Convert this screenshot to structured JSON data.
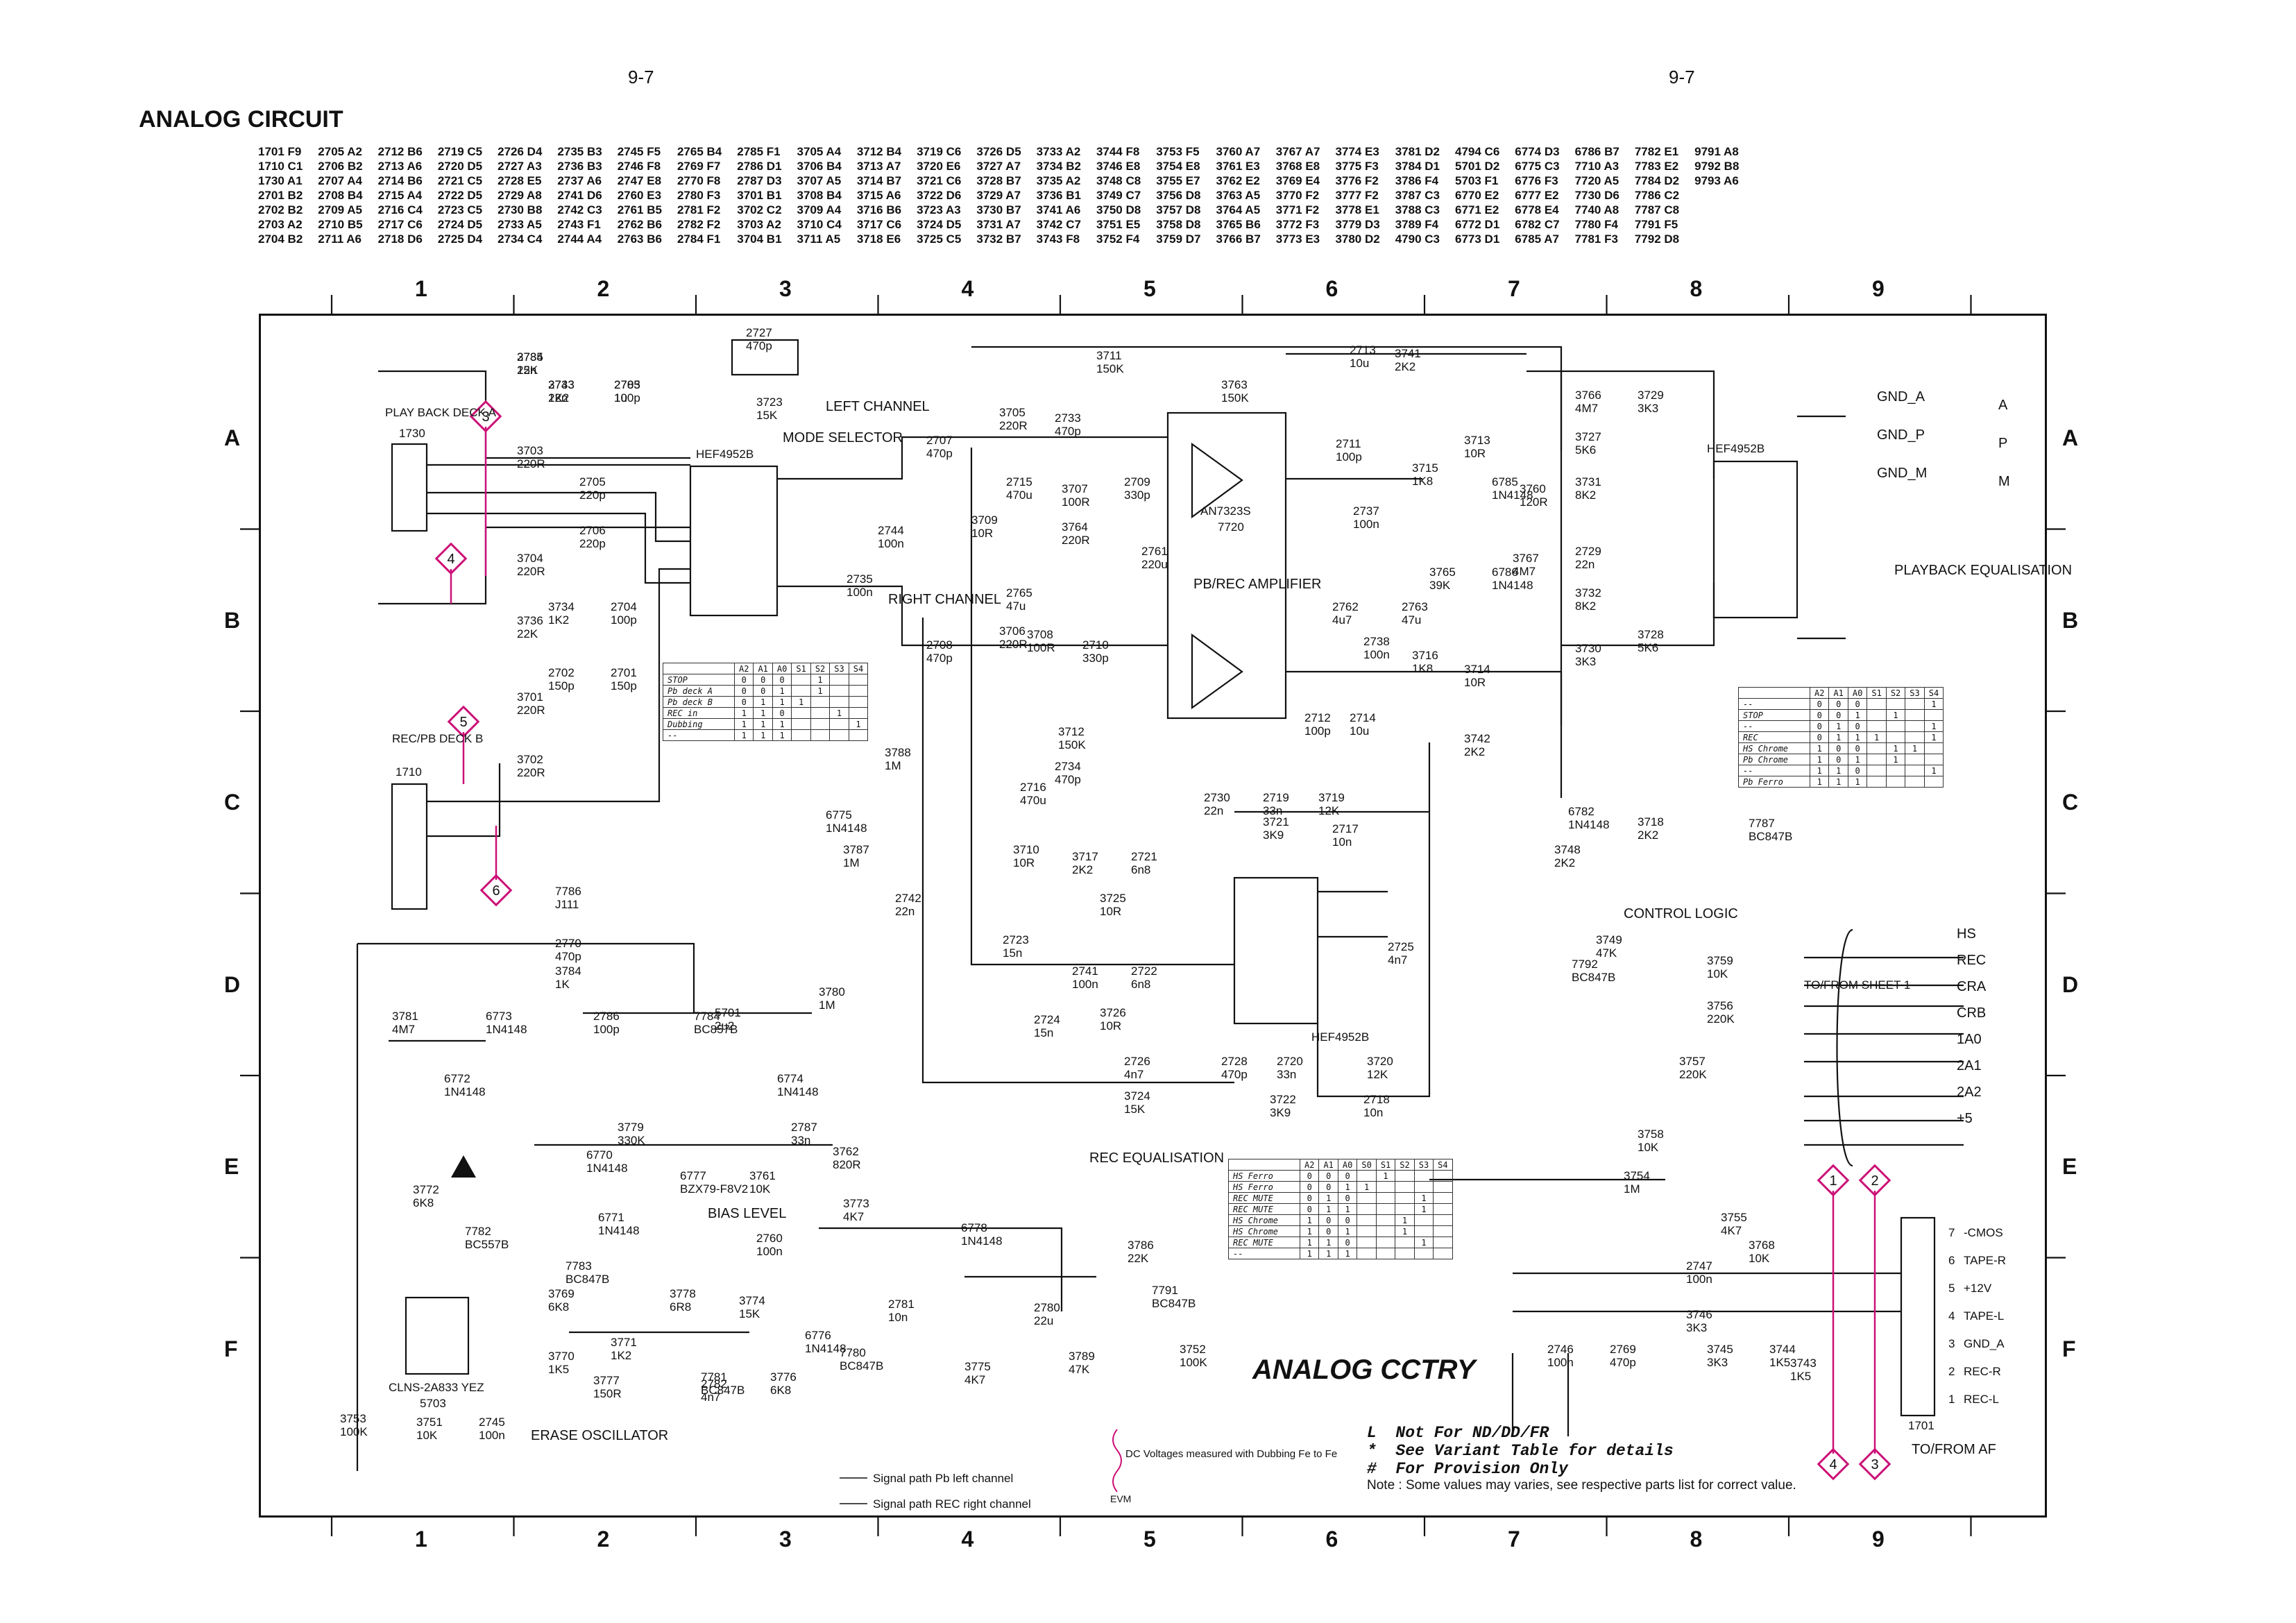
{
  "page": {
    "number_left": "9-7",
    "number_right": "9-7",
    "section_title": "ANALOG CIRCUIT",
    "drawing_title": "ANALOG CCTRY"
  },
  "index_columns": [
    [
      "1701 F9",
      "1710 C1",
      "1730 A1",
      "2701 B2",
      "2702 B2",
      "2703 A2",
      "2704 B2"
    ],
    [
      "2705 A2",
      "2706 B2",
      "2707 A4",
      "2708 B4",
      "2709 A5",
      "2710 B5",
      "2711 A6"
    ],
    [
      "2712 B6",
      "2713 A6",
      "2714 B6",
      "2715 A4",
      "2716 C4",
      "2717 C6",
      "2718 D6"
    ],
    [
      "2719 C5",
      "2720 D5",
      "2721 C5",
      "2722 D5",
      "2723 C5",
      "2724 D5",
      "2725 D4"
    ],
    [
      "2726 D4",
      "2727 A3",
      "2728 E5",
      "2729 A8",
      "2730 B8",
      "2733 A5",
      "2734 C4"
    ],
    [
      "2735 B3",
      "2736 B3",
      "2737 A6",
      "2741 D6",
      "2742 C3",
      "2743 F1",
      "2744 A4"
    ],
    [
      "2745 F5",
      "2746 F8",
      "2747 E8",
      "2760 E3",
      "2761 B5",
      "2762 B6",
      "2763 B6"
    ],
    [
      "2765 B4",
      "2769 F7",
      "2770 F8",
      "2780 F3",
      "2781 F2",
      "2782 F2",
      "2784 F1"
    ],
    [
      "2785 F1",
      "2786 D1",
      "2787 D3",
      "3701 B1",
      "3702 C2",
      "3703 A2",
      "3704 B1"
    ],
    [
      "3705 A4",
      "3706 B4",
      "3707 A5",
      "3708 B4",
      "3709 A4",
      "3710 C4",
      "3711 A5"
    ],
    [
      "3712 B4",
      "3713 A7",
      "3714 B7",
      "3715 A6",
      "3716 B6",
      "3717 C6",
      "3718 E6"
    ],
    [
      "3719 C6",
      "3720 E6",
      "3721 C6",
      "3722 D6",
      "3723 A3",
      "3724 D5",
      "3725 C5"
    ],
    [
      "3726 D5",
      "3727 A7",
      "3728 B7",
      "3729 A7",
      "3730 B7",
      "3731 A7",
      "3732 B7"
    ],
    [
      "3733 A2",
      "3734 B2",
      "3735 A2",
      "3736 B1",
      "3741 A6",
      "3742 C7",
      "3743 F8"
    ],
    [
      "3744 F8",
      "3746 E8",
      "3748 C8",
      "3749 C7",
      "3750 D8",
      "3751 E5",
      "3752 F4"
    ],
    [
      "3753 F5",
      "3754 E8",
      "3755 E7",
      "3756 D8",
      "3757 D8",
      "3758 D8",
      "3759 D7"
    ],
    [
      "3760 A7",
      "3761 E3",
      "3762 E2",
      "3763 A5",
      "3764 A5",
      "3765 B6",
      "3766 B7"
    ],
    [
      "3767 A7",
      "3768 E8",
      "3769 E4",
      "3770 F2",
      "3771 F2",
      "3772 F3",
      "3773 E3"
    ],
    [
      "3774 E3",
      "3775 F3",
      "3776 F2",
      "3777 F2",
      "3778 E1",
      "3779 D3",
      "3780 D2"
    ],
    [
      "3781 D2",
      "3784 D1",
      "3786 F4",
      "3787 C3",
      "3788 C3",
      "3789 F4",
      "4790 C3"
    ],
    [
      "4794 C6",
      "5701 D2",
      "5703 F1",
      "6770 E2",
      "6771 E2",
      "6772 D1",
      "6773 D1"
    ],
    [
      "6774 D3",
      "6775 C3",
      "6776 F3",
      "6777 E2",
      "6778 E4",
      "6782 C7",
      "6785 A7"
    ],
    [
      "6786 B7",
      "7710 A3",
      "7720 A5",
      "7730 D6",
      "7740 A8",
      "7780 F4",
      "7781 F3"
    ],
    [
      "7782 E1",
      "7783 E2",
      "7784 D2",
      "7786 C2",
      "7787 C8",
      "7791 F5",
      "7792 D8"
    ],
    [
      "9791 A8",
      "9792 B8",
      "9793 A6"
    ]
  ],
  "grid": {
    "columns": [
      "1",
      "2",
      "3",
      "4",
      "5",
      "6",
      "7",
      "8",
      "9"
    ],
    "rows": [
      "A",
      "B",
      "C",
      "D",
      "E",
      "F"
    ]
  },
  "blocks": {
    "mode_selector": "MODE SELECTOR",
    "left_channel": "LEFT CHANNEL",
    "right_channel": "RIGHT CHANNEL",
    "pb_rec_amp": "PB/REC AMPLIFIER",
    "amp_ic": "AN7323S",
    "amp_ref": "7720",
    "ic_7710": "HEF4952B",
    "ic_7730": "HEF4952B",
    "ic_7740": "HEF4952B",
    "playback_eq": "PLAYBACK EQUALISATION",
    "rec_eq": "REC EQUALISATION",
    "control_logic": "CONTROL LOGIC",
    "bias_level": "BIAS LEVEL",
    "erase_osc": "ERASE OSCILLATOR",
    "deck_a": "PLAY BACK DECK A",
    "deck_a_ref": "1730",
    "deck_b": "REC/PB DECK B",
    "deck_b_ref": "1710",
    "to_from_sheet": "TO/FROM SHEET 1",
    "to_from_af": "TO/FROM  AF",
    "connector_ref": "1701",
    "coil": "CLNS-2A833 YEZ",
    "coil_ref": "5703"
  },
  "ground_labels": [
    "GND_A",
    "GND_P",
    "GND_M"
  ],
  "ground_letters": [
    "A",
    "P",
    "M"
  ],
  "sheet_signals": [
    "HS",
    "REC",
    "CRA",
    "CRB",
    "1A0",
    "2A1",
    "2A2",
    "+5"
  ],
  "connector_pins": [
    {
      "n": "7",
      "name": "-CMOS"
    },
    {
      "n": "6",
      "name": "TAPE-R"
    },
    {
      "n": "5",
      "name": "+12V"
    },
    {
      "n": "4",
      "name": "TAPE-L"
    },
    {
      "n": "3",
      "name": "GND_A"
    },
    {
      "n": "2",
      "name": "REC-R"
    },
    {
      "n": "1",
      "name": "REC-L"
    }
  ],
  "markers": {
    "left": [
      "3",
      "4",
      "5",
      "6"
    ],
    "right": [
      "1",
      "2",
      "4",
      "3"
    ]
  },
  "truth_table_mode": {
    "header": [
      "",
      "A2",
      "A1",
      "A0",
      "S1",
      "S2",
      "S3",
      "S4"
    ],
    "rows": [
      [
        "STOP",
        "0",
        "0",
        "0",
        "",
        "1",
        "",
        ""
      ],
      [
        "Pb deck A",
        "0",
        "0",
        "1",
        "",
        "1",
        "",
        ""
      ],
      [
        "Pb deck B",
        "0",
        "1",
        "1",
        "1",
        "",
        "",
        ""
      ],
      [
        "REC in",
        "1",
        "1",
        "0",
        "",
        "",
        "1",
        ""
      ],
      [
        "Dubbing",
        "1",
        "1",
        "1",
        "",
        "",
        "",
        "1"
      ],
      [
        "--",
        "1",
        "1",
        "1",
        "",
        "",
        "",
        ""
      ]
    ]
  },
  "truth_table_eq": {
    "header": [
      "",
      "A2",
      "A1",
      "A0",
      "S1",
      "S2",
      "S3",
      "S4"
    ],
    "rows": [
      [
        "--",
        "0",
        "0",
        "0",
        "",
        "",
        "",
        "1"
      ],
      [
        "STOP",
        "0",
        "0",
        "1",
        "",
        "1",
        "",
        ""
      ],
      [
        "--",
        "0",
        "1",
        "0",
        "",
        "",
        "",
        "1"
      ],
      [
        "REC",
        "0",
        "1",
        "1",
        "1",
        "",
        "",
        "1"
      ],
      [
        "HS Chrome",
        "1",
        "0",
        "0",
        "",
        "1",
        "1",
        ""
      ],
      [
        "Pb Chrome",
        "1",
        "0",
        "1",
        "",
        "1",
        "",
        ""
      ],
      [
        "--",
        "1",
        "1",
        "0",
        "",
        "",
        "",
        "1"
      ],
      [
        "Pb Ferro",
        "1",
        "1",
        "1",
        "",
        "",
        "",
        ""
      ]
    ]
  },
  "truth_table_rec": {
    "header": [
      "",
      "A2",
      "A1",
      "A0",
      "S0",
      "S1",
      "S2",
      "S3",
      "S4"
    ],
    "rows": [
      [
        "HS Ferro",
        "0",
        "0",
        "0",
        "",
        "1",
        "",
        "",
        ""
      ],
      [
        "HS Ferro",
        "0",
        "0",
        "1",
        "1",
        "",
        "",
        "",
        ""
      ],
      [
        "REC MUTE",
        "0",
        "1",
        "0",
        "",
        "",
        "",
        "1",
        ""
      ],
      [
        "REC MUTE",
        "0",
        "1",
        "1",
        "",
        "",
        "",
        "1",
        ""
      ],
      [
        "HS Chrome",
        "1",
        "0",
        "0",
        "",
        "",
        "1",
        "",
        ""
      ],
      [
        "HS Chrome",
        "1",
        "0",
        "1",
        "",
        "",
        "1",
        "",
        ""
      ],
      [
        "REC MUTE",
        "1",
        "1",
        "0",
        "",
        "",
        "",
        "1",
        ""
      ],
      [
        "--",
        "1",
        "1",
        "1",
        "",
        "",
        "",
        "",
        ""
      ]
    ]
  },
  "legend": {
    "pb_left": "Signal path Pb left channel",
    "rec_right": "Signal path REC right channel",
    "dc_note": "DC Voltages measured with Dubbing Fe to Fe",
    "evm": "EVM"
  },
  "footnotes": [
    {
      "sym": "L",
      "text": "Not For ND/DD/FR"
    },
    {
      "sym": "*",
      "text": "See Variant Table for details"
    },
    {
      "sym": "#",
      "text": "For Provision Only"
    }
  ],
  "note": "Note : Some values may varies, see respective parts list for correct value.",
  "components": [
    {
      "ref": "3735",
      "val": "22K"
    },
    {
      "ref": "3733",
      "val": "1K2"
    },
    {
      "ref": "2703",
      "val": "100p"
    },
    {
      "ref": "3703",
      "val": "220R"
    },
    {
      "ref": "2705",
      "val": "220p"
    },
    {
      "ref": "2706",
      "val": "220p"
    },
    {
      "ref": "3704",
      "val": "220R"
    },
    {
      "ref": "3736",
      "val": "22K"
    },
    {
      "ref": "3734",
      "val": "1K2"
    },
    {
      "ref": "2704",
      "val": "100p"
    },
    {
      "ref": "2702",
      "val": "150p"
    },
    {
      "ref": "2701",
      "val": "150p"
    },
    {
      "ref": "3701",
      "val": "220R"
    },
    {
      "ref": "3702",
      "val": "220R"
    },
    {
      "ref": "2727",
      "val": "470p"
    },
    {
      "ref": "3723",
      "val": "15K"
    },
    {
      "ref": "3705",
      "val": "220R"
    },
    {
      "ref": "2707",
      "val": "470p"
    },
    {
      "ref": "2744",
      "val": "100n"
    },
    {
      "ref": "2735",
      "val": "100n"
    },
    {
      "ref": "3706",
      "val": "220R"
    },
    {
      "ref": "2708",
      "val": "470p"
    },
    {
      "ref": "3788",
      "val": "1M"
    },
    {
      "ref": "3787",
      "val": "1M"
    },
    {
      "ref": "2742",
      "val": "22n"
    },
    {
      "ref": "3711",
      "val": "150K"
    },
    {
      "ref": "2733",
      "val": "470p"
    },
    {
      "ref": "3763",
      "val": "150K"
    },
    {
      "ref": "2715",
      "val": "470u"
    },
    {
      "ref": "3707",
      "val": "100R"
    },
    {
      "ref": "2709",
      "val": "330p"
    },
    {
      "ref": "3764",
      "val": "220R"
    },
    {
      "ref": "2761",
      "val": "220u"
    },
    {
      "ref": "3709",
      "val": "10R"
    },
    {
      "ref": "2765",
      "val": "47u"
    },
    {
      "ref": "3708",
      "val": "100R"
    },
    {
      "ref": "2710",
      "val": "330p"
    },
    {
      "ref": "3712",
      "val": "150K"
    },
    {
      "ref": "2734",
      "val": "470p"
    },
    {
      "ref": "2716",
      "val": "470u"
    },
    {
      "ref": "3710",
      "val": "10R"
    },
    {
      "ref": "2713",
      "val": "10u"
    },
    {
      "ref": "3741",
      "val": "2K2"
    },
    {
      "ref": "2711",
      "val": "100p"
    },
    {
      "ref": "3715",
      "val": "1K8"
    },
    {
      "ref": "2737",
      "val": "100n"
    },
    {
      "ref": "3713",
      "val": "10R"
    },
    {
      "ref": "3765",
      "val": "39K"
    },
    {
      "ref": "2762",
      "val": "4u7"
    },
    {
      "ref": "2763",
      "val": "47u"
    },
    {
      "ref": "3716",
      "val": "1K8"
    },
    {
      "ref": "2738",
      "val": "100n"
    },
    {
      "ref": "2712",
      "val": "100p"
    },
    {
      "ref": "2714",
      "val": "10u"
    },
    {
      "ref": "3714",
      "val": "10R"
    },
    {
      "ref": "3742",
      "val": "2K2"
    },
    {
      "ref": "3760",
      "val": "120R"
    },
    {
      "ref": "3767",
      "val": "4M7"
    },
    {
      "ref": "3766",
      "val": "4M7"
    },
    {
      "ref": "3727",
      "val": "5K6"
    },
    {
      "ref": "3731",
      "val": "8K2"
    },
    {
      "ref": "3729",
      "val": "3K3"
    },
    {
      "ref": "2729",
      "val": "22n"
    },
    {
      "ref": "3732",
      "val": "8K2"
    },
    {
      "ref": "3730",
      "val": "3K3"
    },
    {
      "ref": "3728",
      "val": "5K6"
    },
    {
      "ref": "2730",
      "val": "22n"
    },
    {
      "ref": "2719",
      "val": "33n"
    },
    {
      "ref": "3721",
      "val": "3K9"
    },
    {
      "ref": "3719",
      "val": "12K"
    },
    {
      "ref": "2717",
      "val": "10n"
    },
    {
      "ref": "3717",
      "val": "2K2"
    },
    {
      "ref": "2721",
      "val": "6n8"
    },
    {
      "ref": "3725",
      "val": "10R"
    },
    {
      "ref": "2723",
      "val": "15n"
    },
    {
      "ref": "2725",
      "val": "4n7"
    },
    {
      "ref": "2741",
      "val": "100n"
    },
    {
      "ref": "2722",
      "val": "6n8"
    },
    {
      "ref": "3726",
      "val": "10R"
    },
    {
      "ref": "2724",
      "val": "15n"
    },
    {
      "ref": "2726",
      "val": "4n7"
    },
    {
      "ref": "3724",
      "val": "15K"
    },
    {
      "ref": "2728",
      "val": "470p"
    },
    {
      "ref": "2720",
      "val": "33n"
    },
    {
      "ref": "3722",
      "val": "3K9"
    },
    {
      "ref": "3720",
      "val": "12K"
    },
    {
      "ref": "2718",
      "val": "10n"
    },
    {
      "ref": "3718",
      "val": "2K2"
    },
    {
      "ref": "3748",
      "val": "2K2"
    },
    {
      "ref": "3749",
      "val": "47K"
    },
    {
      "ref": "3759",
      "val": "10K"
    },
    {
      "ref": "3756",
      "val": "220K"
    },
    {
      "ref": "3757",
      "val": "220K"
    },
    {
      "ref": "3758",
      "val": "10K"
    },
    {
      "ref": "3754",
      "val": "1M"
    },
    {
      "ref": "3755",
      "val": "4K7"
    },
    {
      "ref": "3768",
      "val": "10K"
    },
    {
      "ref": "2747",
      "val": "100n"
    },
    {
      "ref": "3746",
      "val": "3K3"
    },
    {
      "ref": "3745",
      "val": "3K3"
    },
    {
      "ref": "3744",
      "val": "1K5"
    },
    {
      "ref": "3743",
      "val": "1K5"
    },
    {
      "ref": "2746",
      "val": "100n"
    },
    {
      "ref": "2769",
      "val": "470p"
    },
    {
      "ref": "2770",
      "val": "470p"
    },
    {
      "ref": "3784",
      "val": "1K"
    },
    {
      "ref": "3781",
      "val": "4M7"
    },
    {
      "ref": "2786",
      "val": "100p"
    },
    {
      "ref": "3780",
      "val": "1M"
    },
    {
      "ref": "5701",
      "val": "2u2"
    },
    {
      "ref": "3779",
      "val": "330K"
    },
    {
      "ref": "2787",
      "val": "33n"
    },
    {
      "ref": "3762",
      "val": "820R"
    },
    {
      "ref": "3761",
      "val": "10K"
    },
    {
      "ref": "2760",
      "val": "100n"
    },
    {
      "ref": "3774",
      "val": "15K"
    },
    {
      "ref": "3773",
      "val": "4K7"
    },
    {
      "ref": "3772",
      "val": "6K8"
    },
    {
      "ref": "3769",
      "val": "6K8"
    },
    {
      "ref": "3778",
      "val": "6R8"
    },
    {
      "ref": "3770",
      "val": "1K5"
    },
    {
      "ref": "3771",
      "val": "1K2"
    },
    {
      "ref": "3777",
      "val": "150R"
    },
    {
      "ref": "2782",
      "val": "4n7"
    },
    {
      "ref": "3776",
      "val": "6K8"
    },
    {
      "ref": "2781",
      "val": "10n"
    },
    {
      "ref": "3775",
      "val": "4K7"
    },
    {
      "ref": "2780",
      "val": "22u"
    },
    {
      "ref": "3789",
      "val": "47K"
    },
    {
      "ref": "3786",
      "val": "22K"
    },
    {
      "ref": "3752",
      "val": "100K"
    },
    {
      "ref": "3753",
      "val": "100K"
    },
    {
      "ref": "3751",
      "val": "10K"
    },
    {
      "ref": "2745",
      "val": "100n"
    },
    {
      "ref": "2784",
      "val": "15n"
    },
    {
      "ref": "2743",
      "val": "22n"
    },
    {
      "ref": "2785",
      "val": "1u"
    }
  ],
  "semis": [
    {
      "ref": "7786",
      "type": "J111"
    },
    {
      "ref": "7784",
      "type": "BC857B"
    },
    {
      "ref": "7782",
      "type": "BC557B"
    },
    {
      "ref": "7783",
      "type": "BC847B"
    },
    {
      "ref": "7781",
      "type": "BC847B"
    },
    {
      "ref": "7780",
      "type": "BC847B"
    },
    {
      "ref": "7791",
      "type": "BC847B"
    },
    {
      "ref": "7787",
      "type": "BC847B"
    },
    {
      "ref": "7792",
      "type": "BC847B"
    },
    {
      "ref": "6775",
      "type": "1N4148"
    },
    {
      "ref": "6773",
      "type": "1N4148"
    },
    {
      "ref": "6772",
      "type": "1N4148"
    },
    {
      "ref": "6774",
      "type": "1N4148"
    },
    {
      "ref": "6770",
      "type": "1N4148"
    },
    {
      "ref": "6771",
      "type": "1N4148"
    },
    {
      "ref": "6777",
      "type": "BZX79-F8V2"
    },
    {
      "ref": "6778",
      "type": "1N4148"
    },
    {
      "ref": "6776",
      "type": "1N4148"
    },
    {
      "ref": "6782",
      "type": "1N4148"
    },
    {
      "ref": "6785",
      "type": "1N4148"
    },
    {
      "ref": "6786",
      "type": "1N4148"
    }
  ],
  "colors": {
    "ink": "#111111",
    "accent": "#cc1177",
    "voltage": "#d4145a"
  }
}
